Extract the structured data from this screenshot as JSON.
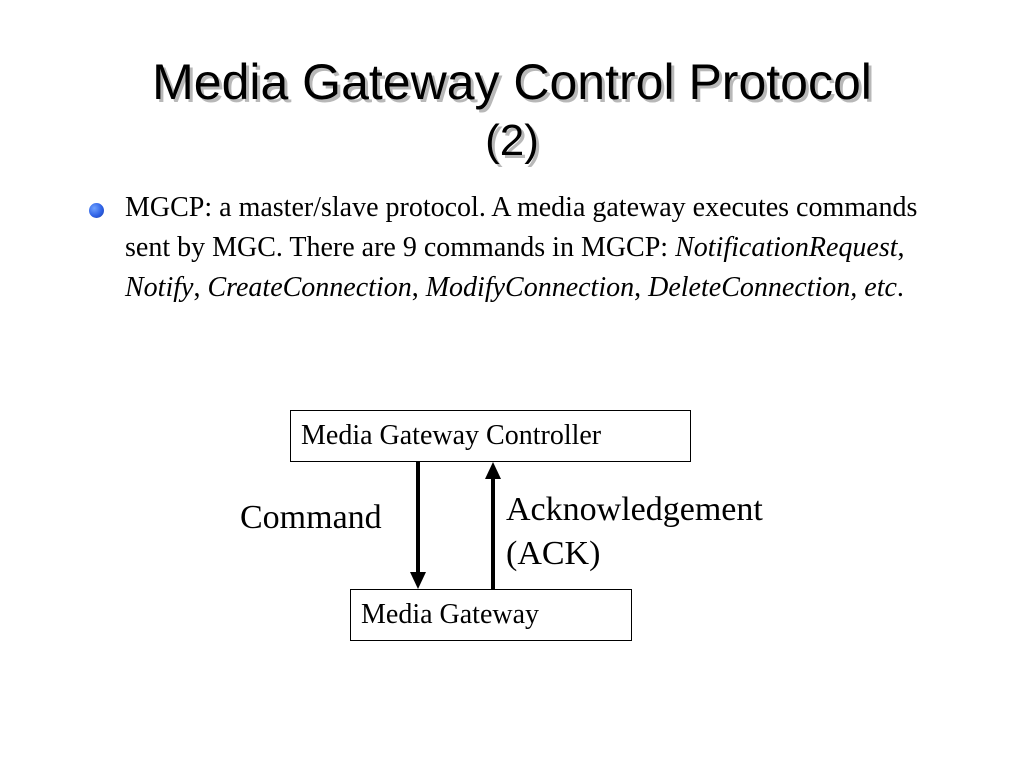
{
  "title": {
    "line1": "Media Gateway Control Protocol",
    "line2": "(2)"
  },
  "bullet": {
    "intro": "MGCP: a master/slave protocol. A media gateway executes commands sent by MGC. There are 9 commands in MGCP: ",
    "cmd1": "NotificationRequest",
    "sep1": ", ",
    "cmd2": "Notify",
    "sep2": ", ",
    "cmd3": "CreateConnection",
    "sep3": ", ",
    "cmd4": "ModifyConnection",
    "sep4": ", ",
    "cmd5": "DeleteConnection, etc",
    "end": "."
  },
  "diagram": {
    "controller": "Media Gateway Controller",
    "gateway": "Media Gateway",
    "command": "Command",
    "ack_line1": "Acknowledgement",
    "ack_line2": "(ACK)"
  },
  "colors": {
    "bullet": "#2f62e6",
    "title_shadow": "#b8b8b8"
  }
}
